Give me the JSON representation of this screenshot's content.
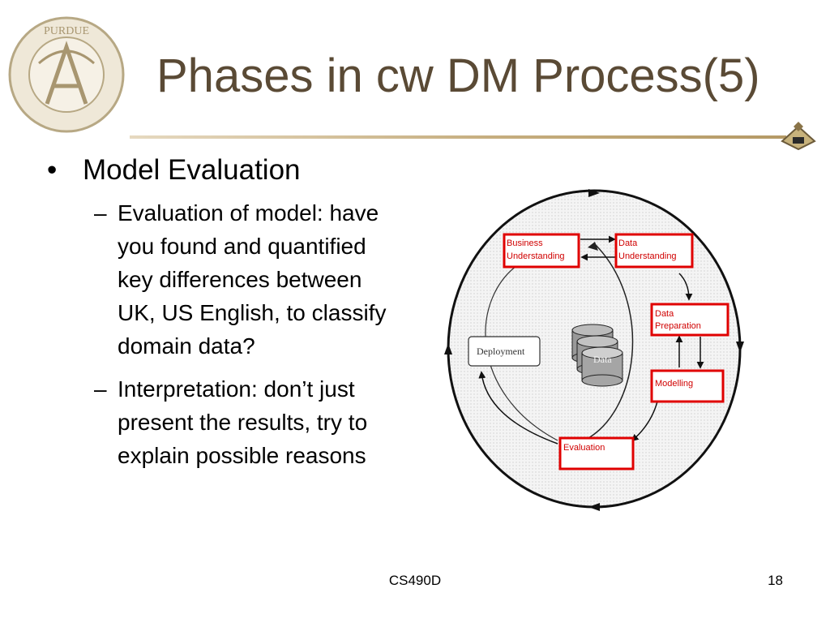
{
  "slide": {
    "title": "Phases in cw DM Process(5)",
    "bullet": "Model Evaluation",
    "bullet_mark": "•",
    "sub_mark": "–",
    "sub_bullets": [
      "Evaluation of model: have you found and quantified key differences between UK, US English, to classify domain data?",
      "Interpretation: don’t just present the results, try to explain possible reasons"
    ]
  },
  "diagram": {
    "phases": {
      "business": [
        "Business",
        "Understanding"
      ],
      "data_understanding": [
        "Data",
        "Understanding"
      ],
      "preparation": [
        "Data",
        "Preparation"
      ],
      "modelling": "Modelling",
      "evaluation": "Evaluation",
      "deployment": "Deployment",
      "data_store": "Data"
    },
    "highlight_color": "#ff0000"
  },
  "footer": {
    "course": "CS490D",
    "page": "18"
  }
}
